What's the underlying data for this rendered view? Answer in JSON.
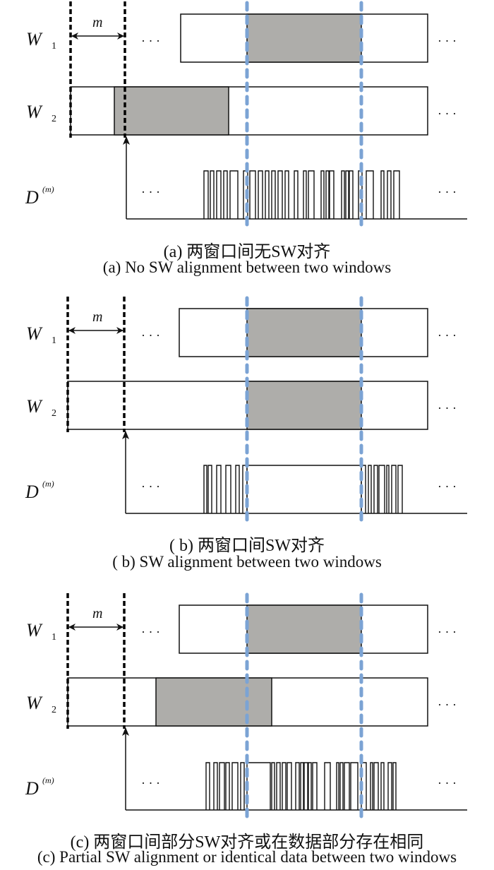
{
  "colors": {
    "stroke": "#111111",
    "gray_fill": "#aeadaa",
    "sw_boundary": "#7ba3d4",
    "window_boundary": "#000000"
  },
  "labels": {
    "w1": "W",
    "w1_sub": "1",
    "w2": "W",
    "w2_sub": "2",
    "d": "D",
    "d_sup": "(m)",
    "m": "m",
    "ellipsis": "· · ·"
  },
  "panels": [
    {
      "id": "a",
      "caption_zh": "(a) 两窗口间无SW对齐",
      "caption_en": "(a) No SW alignment between two windows",
      "w1_gray": [
        0.0,
        1.0
      ],
      "w2_gray": "shifted-left",
      "data_pattern": "random"
    },
    {
      "id": "b",
      "caption_zh": "( b) 两窗口间SW对齐",
      "caption_en": "( b) SW alignment between two windows",
      "w1_gray": [
        0.0,
        1.0
      ],
      "w2_gray": "aligned",
      "data_pattern": "aligned"
    },
    {
      "id": "c",
      "caption_zh": "(c) 两窗口间部分SW对齐或在数据部分存在相同",
      "caption_en": "(c) Partial SW alignment or identical data between two windows",
      "w1_gray": [
        0.0,
        1.0
      ],
      "w2_gray": "partial",
      "data_pattern": "partial"
    }
  ]
}
